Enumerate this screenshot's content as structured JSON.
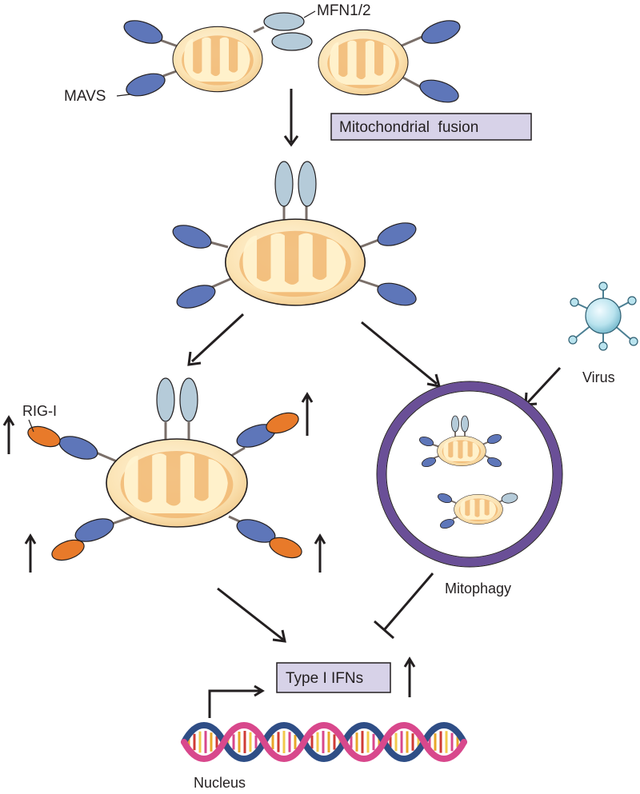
{
  "labels": {
    "mfn": "MFN1/2",
    "mavs": "MAVS",
    "mito_fusion": "Mitochondrial  fusion",
    "rig_i": "RIG-I",
    "virus": "Virus",
    "mitophagy": "Mitophagy",
    "type_i_ifns": "Type I IFNs",
    "nucleus": "Nucleus"
  },
  "colors": {
    "mito_fill": "#fbe3b3",
    "mito_inner": "#f1b873",
    "mito_crista": "#fff3d0",
    "mavs": "#5e76b9",
    "mfn": "#b5cbd9",
    "rig_i": "#e87a2a",
    "autophagosome": "#6a4f97",
    "virus": "#b9e3ee",
    "label_box": "#d7d2e8",
    "dna_pink": "#d8488c",
    "dna_blue": "#2f4e86"
  },
  "icons": [
    "mitochondrion-icon",
    "mavs-protein-icon",
    "mfn-protein-icon",
    "rig-i-protein-icon",
    "virus-icon",
    "autophagosome-icon",
    "dna-helix-icon"
  ]
}
